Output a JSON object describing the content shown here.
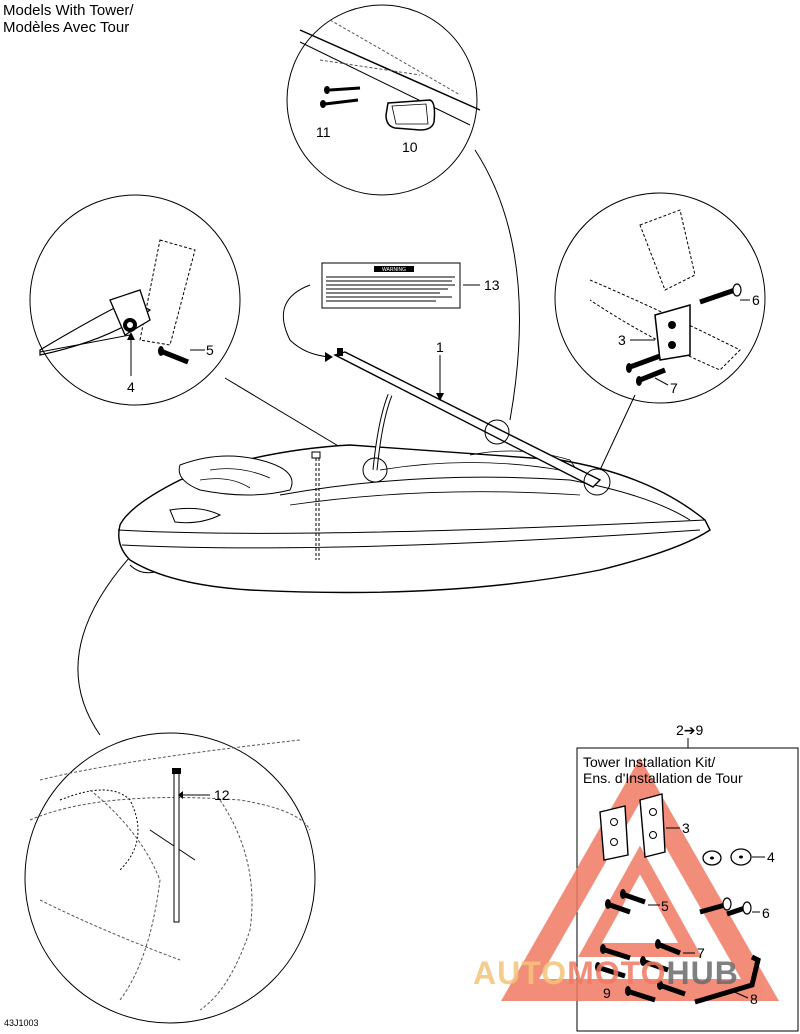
{
  "header": {
    "title_en": "Models With Tower/",
    "title_fr": "Modèles Avec Tour"
  },
  "callouts": {
    "c1": "1",
    "c3_detail": "3",
    "c4_detail": "4",
    "c5_detail": "5",
    "c6_detail": "6",
    "c7_detail": "7",
    "c10": "10",
    "c11": "11",
    "c12": "12",
    "c13": "13"
  },
  "kit": {
    "range_label": "2➔9",
    "title_en": "Tower Installation Kit/",
    "title_fr": "Ens. d'Installation de Tour",
    "c3": "3",
    "c4": "4",
    "c5": "5",
    "c6": "6",
    "c7": "7",
    "c8": "8",
    "c9": "9"
  },
  "warning_label": {
    "heading": "WARNING"
  },
  "footer": {
    "ref_code": "43J1003"
  },
  "watermark": {
    "text_auto": "AUTO",
    "text_moto": "MOTO",
    "text_hub": "HUB",
    "color_primary": "#f07a63",
    "color_secondary": "#f5c47a",
    "color_dark": "#6b6b6b"
  }
}
